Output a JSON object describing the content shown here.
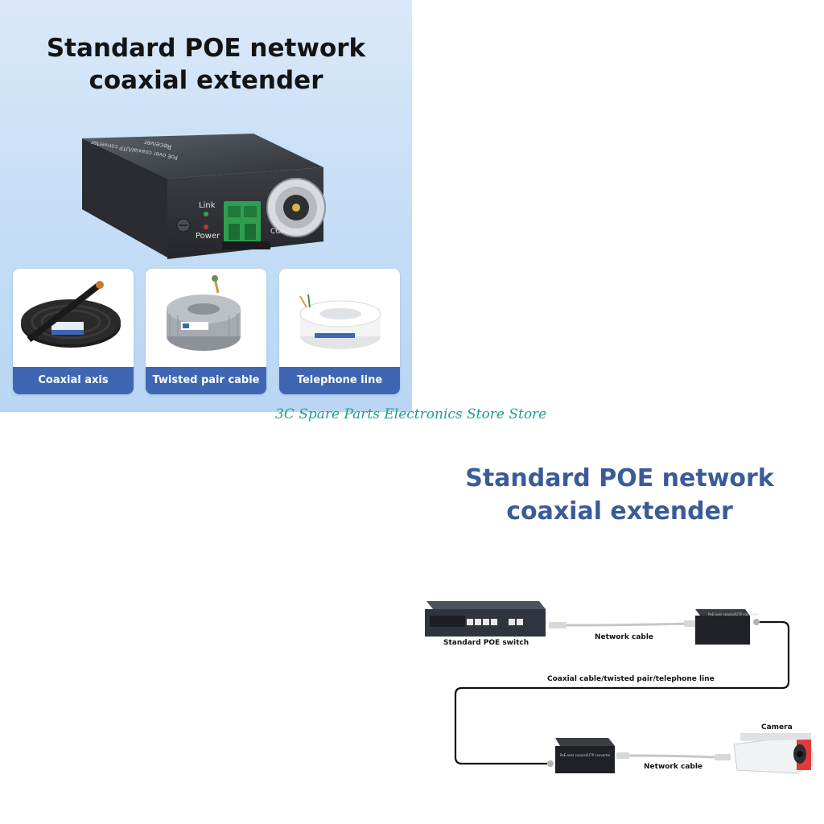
{
  "top_panel": {
    "title_line1": "Standard POE network",
    "title_line2": "coaxial extender",
    "device": {
      "label_link": "Link",
      "label_power": "Power",
      "label_port": "COAXIAL",
      "top_text": "PoE over coaxial/UTP converter",
      "top_brand": "Receiver"
    },
    "cards": [
      {
        "label": "Coaxial axis"
      },
      {
        "label": "Twisted pair cable"
      },
      {
        "label": "Telephone line"
      }
    ],
    "accent_color": "#3e66b2"
  },
  "watermark": "3C Spare Parts Electronics Store Store",
  "diagram": {
    "title_line1": "Standard POE network",
    "title_line2": "coaxial extender",
    "switch_label": "Standard POE switch",
    "network_cable_top": "Network cable",
    "coax_label": "Coaxial cable/twisted pair/telephone line",
    "network_cable_bottom": "Network cable",
    "camera_label": "Camera",
    "title_color": "#3b5b98"
  }
}
